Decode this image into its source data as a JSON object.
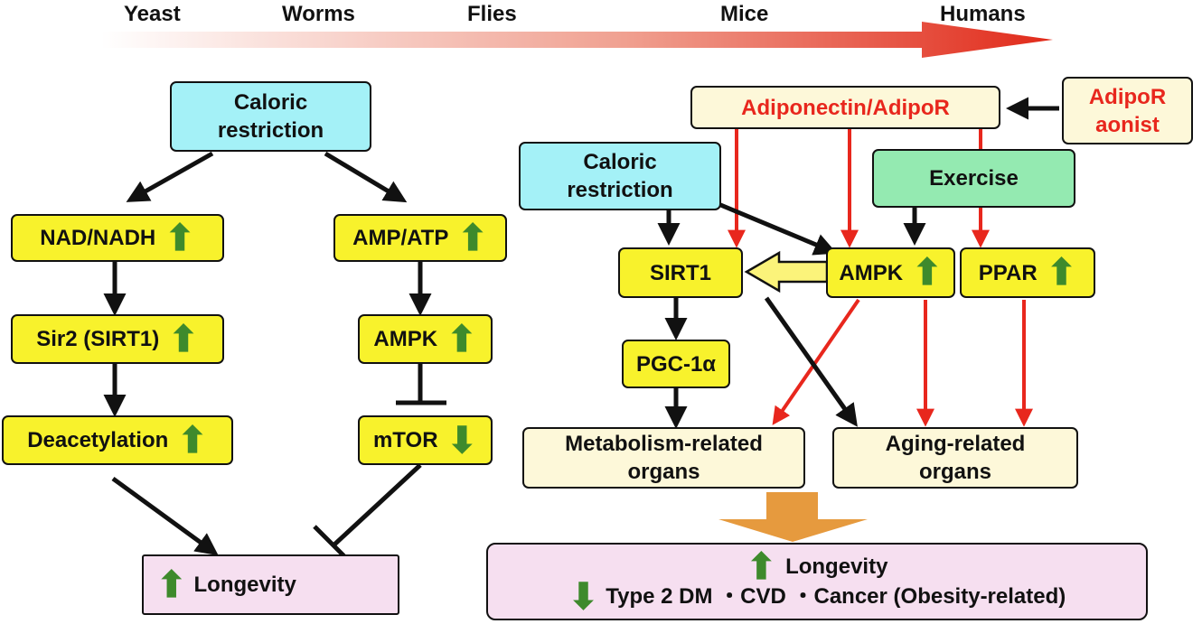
{
  "species": [
    "Yeast",
    "Worms",
    "Flies",
    "Mice",
    "Humans"
  ],
  "colors": {
    "yellow": "#f8f22c",
    "cyan": "#a4f1f7",
    "green": "#94eab1",
    "cream": "#fdf8d9",
    "pink": "#f6dff0",
    "red": "#e8271d",
    "arrow_green": "#3e8a2c",
    "orange": "#e69a3e"
  },
  "left": {
    "caloric": "Caloric\nrestriction",
    "nad": "NAD/NADH",
    "sir2": "Sir2 (SIRT1)",
    "deacetylation": "Deacetylation",
    "ampatp": "AMP/ATP",
    "ampk": "AMPK",
    "mtor": "mTOR",
    "longevity": "Longevity"
  },
  "right": {
    "adiponectin": "Adiponectin/AdipoR",
    "agonist": "AdipoR\naonist",
    "caloric": "Caloric\nrestriction",
    "exercise": "Exercise",
    "sirt1": "SIRT1",
    "ampk": "AMPK",
    "ppar": "PPAR",
    "pgc": "PGC-1α",
    "metabolism": "Metabolism-related\norgans",
    "aging": "Aging-related\norgans",
    "longevity": "Longevity",
    "diseases": "Type 2 DM ・CVD ・Cancer (Obesity-related)"
  },
  "icons": {
    "up": "up-arrow-icon",
    "down": "down-arrow-icon"
  }
}
